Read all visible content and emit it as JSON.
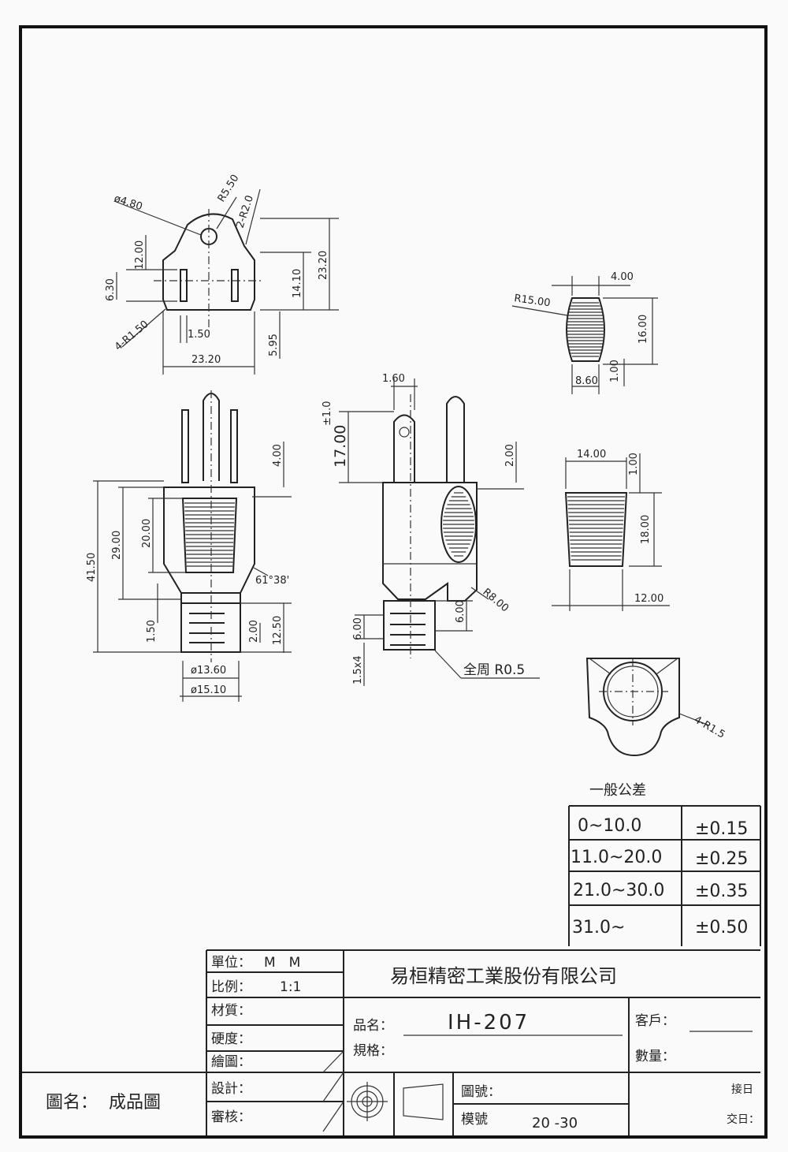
{
  "top_view": {
    "dims": [
      "ø4.80",
      "R5.50",
      "2-R2.0",
      "12.00",
      "6.30",
      "14.10",
      "23.20",
      "4-R1.50",
      "1.50",
      "5.95",
      "23.20"
    ]
  },
  "front_view": {
    "dims": [
      "4.00",
      "20.00",
      "29.00",
      "41.50",
      "61°38'",
      "1.50",
      "2.00",
      "12.50",
      "ø13.60",
      "ø15.10"
    ]
  },
  "side_view": {
    "dims": [
      "1.60",
      "±1.0",
      "17.00",
      "2.00",
      "R8.00",
      "6.00",
      "6.00",
      "1.5x4",
      "全周 R0.5"
    ]
  },
  "grip_view": {
    "dims": [
      "4.00",
      "R15.00",
      "16.00",
      "8.60",
      "1.00"
    ]
  },
  "sleeve_view": {
    "dims": [
      "14.00",
      "1.00",
      "18.00",
      "12.00"
    ]
  },
  "end_view": {
    "dims": [
      "4-R1.5"
    ]
  },
  "tolerance": {
    "title": "一般公差",
    "rows": [
      {
        "range": "0~10.0",
        "tol": "±0.15"
      },
      {
        "range": "11.0~20.0",
        "tol": "±0.25"
      },
      {
        "range": "21.0~30.0",
        "tol": "±0.35"
      },
      {
        "range": "31.0~",
        "tol": "±0.50"
      }
    ]
  },
  "title_block": {
    "unit_label": "單位：",
    "unit_value": "M　M",
    "scale_label": "比例：",
    "scale_value": "1:1",
    "material_label": "材質：",
    "hardness_label": "硬度：",
    "drawn_label": "繪圖：",
    "design_label": "設計：",
    "review_label": "審核：",
    "company": "易桓精密工業股份有限公司",
    "product_label": "品名：",
    "product_value": "IH-207",
    "spec_label": "規格：",
    "customer_label": "客戶：",
    "qty_label": "數量：",
    "drawing_name_label": "圖名：",
    "drawing_name_value": "成品圖",
    "drawing_no_label": "圖號：",
    "mold_no_label": "模號",
    "mold_no_value": "20 -30",
    "receive_label": "接日",
    "deliver_label": "交日："
  }
}
